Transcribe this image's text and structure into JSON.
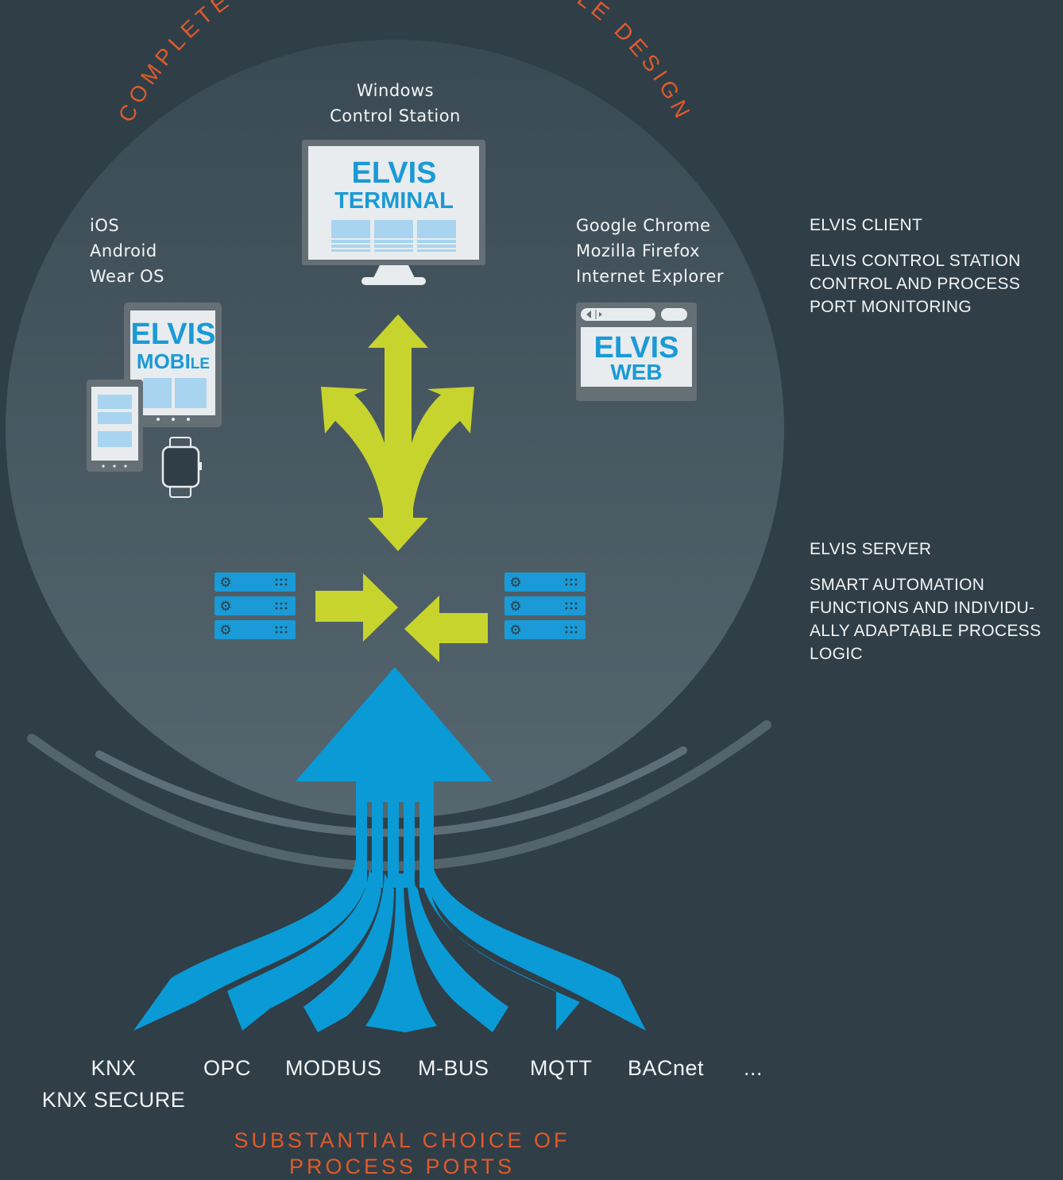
{
  "arc_title": "COMPLETE INDIVIDUALLY ADAPTABLE DESIGN",
  "terminal": {
    "caption": [
      "Windows",
      "Control Station"
    ],
    "brand": "ELVIS",
    "product": "TERMINAL"
  },
  "mobile": {
    "caption": [
      "iOS",
      "Android",
      "Wear OS"
    ],
    "brand": "ELVIS",
    "product_main": "MOBI",
    "product_tail": "LE"
  },
  "web": {
    "caption": [
      "Google Chrome",
      "Mozilla Firefox",
      "Internet Explorer"
    ],
    "brand": "ELVIS",
    "product": "WEB"
  },
  "client_info": {
    "title": "ELVIS CLIENT",
    "description": [
      "ELVIS CONTROL STATION",
      "CONTROL AND PROCESS",
      "PORT MONITORING"
    ]
  },
  "server_info": {
    "title": "ELVIS SERVER",
    "description": [
      "SMART AUTOMATION",
      "FUNCTIONS AND INDIVIDU-",
      "ALLY ADAPTABLE PROCESS",
      "LOGIC"
    ]
  },
  "ports": [
    {
      "name": "KNX",
      "sub": "KNX SECURE"
    },
    {
      "name": "OPC"
    },
    {
      "name": "MODBUS"
    },
    {
      "name": "M-BUS"
    },
    {
      "name": "MQTT"
    },
    {
      "name": "BACnet"
    },
    {
      "name": "..."
    }
  ],
  "bottom_title": [
    "SUBSTANTIAL CHOICE OF",
    "PROCESS PORTS"
  ],
  "colors": {
    "background": "#2f3e47",
    "accent_orange": "#e05a2b",
    "arrow_green": "#c7d42e",
    "flow_blue": "#0a9ad6",
    "brand_blue": "#1a9ad6"
  }
}
